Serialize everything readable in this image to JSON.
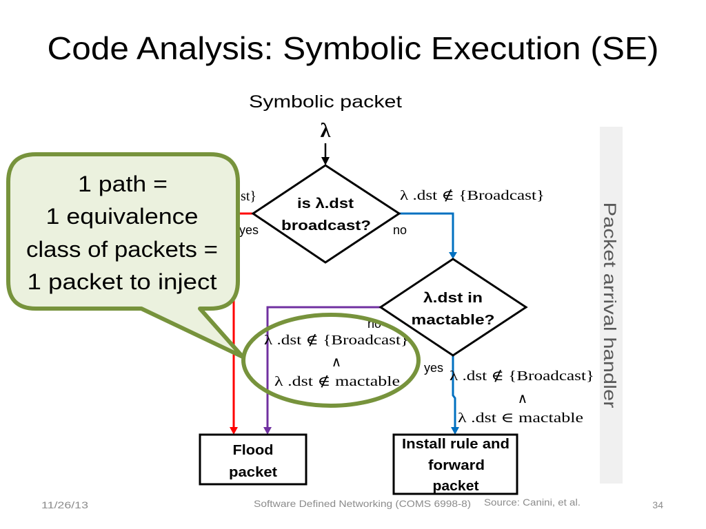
{
  "slide": {
    "title": "Code Analysis: Symbolic Execution (SE)",
    "footer": {
      "date": "11/26/13",
      "course": "Software Defined Networking (COMS 6998-8)",
      "source": "Source: Canini, et al.",
      "page_number": "34"
    }
  },
  "diagram": {
    "input_label": "Symbolic packet",
    "input_symbol": "λ",
    "decision_1": {
      "lines": [
        "is λ.dst",
        "broadcast?"
      ],
      "yes_label": "yes",
      "no_label": "no",
      "yes_condition_visible": "st}",
      "no_condition": "λ .dst ∉ {Broadcast}"
    },
    "decision_2": {
      "lines": [
        "λ.dst in",
        "mactable?"
      ],
      "yes_label": "yes",
      "no_label": "no",
      "no_condition": [
        "λ .dst ∉ {Broadcast}",
        "∧",
        "λ .dst ∉ mactable"
      ],
      "yes_condition": [
        "λ .dst ∉ {Broadcast}",
        "∧",
        "λ .dst ∈ mactable"
      ]
    },
    "action_flood": [
      "Flood",
      "packet"
    ],
    "action_install": [
      "Install rule and",
      "forward",
      "packet"
    ],
    "side_label": "Packet arrival handler"
  },
  "callout": {
    "lines": [
      "1 path =",
      "1 equivalence",
      "class of packets =",
      "1 packet to inject"
    ]
  },
  "colors": {
    "yes_path": "#ff0000",
    "broadcast_no_path": "#0070c0",
    "mactable_no_path": "#7030a0",
    "highlight_border": "#77933c",
    "callout_fill": "#ebf1de",
    "side_bar": "#f0f0f0"
  }
}
